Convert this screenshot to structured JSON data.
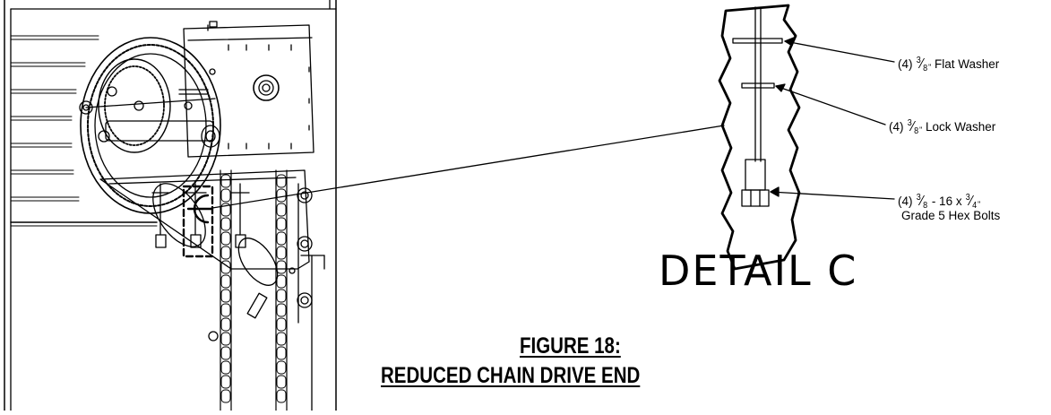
{
  "figure": {
    "number": "FIGURE 18:",
    "title": "REDUCED CHAIN DRIVE END"
  },
  "detail": {
    "title": "DETAIL  C",
    "callout_letter": "C"
  },
  "labels": {
    "flat_washer": {
      "qty": "(4)",
      "num": "3",
      "den": "8",
      "unit": "\"",
      "text": " Flat Washer"
    },
    "lock_washer": {
      "qty": "(4)",
      "num": "3",
      "den": "8",
      "unit": "\"",
      "text": " Lock Washer"
    },
    "hex_bolts": {
      "qty": "(4)",
      "size_num": "3",
      "size_den": "8",
      "thread": " - 16 x ",
      "len_num": "3",
      "len_den": "4",
      "unit": "\"",
      "line2": "Grade 5 Hex Bolts"
    }
  }
}
